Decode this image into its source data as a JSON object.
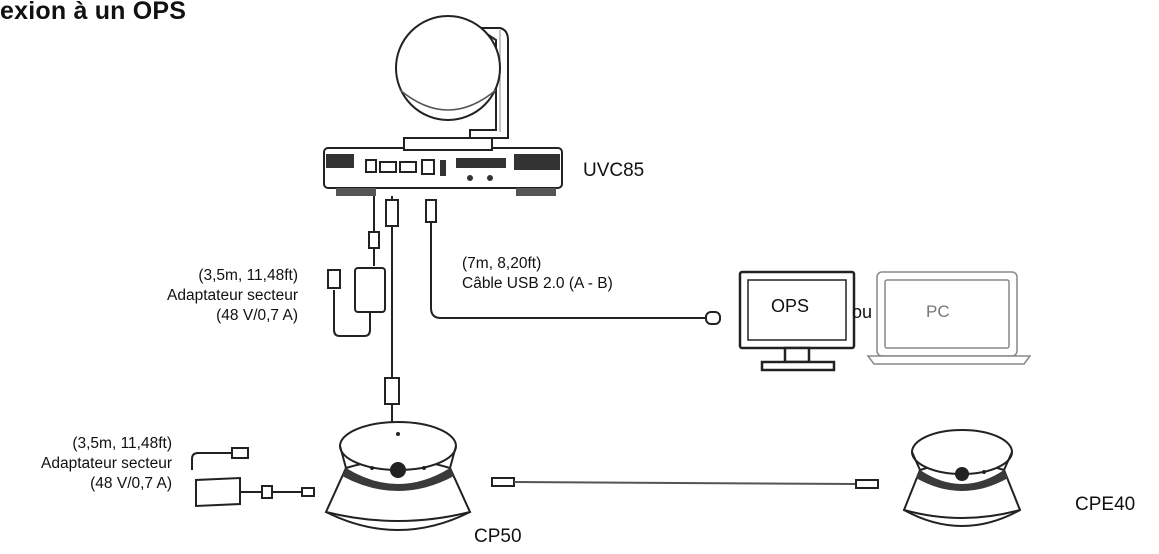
{
  "title": "exion à un OPS",
  "devices": {
    "camera": "UVC85",
    "speaker_main": "CP50",
    "speaker_ext": "CPE40"
  },
  "cables": {
    "usb": {
      "line1": "(7m, 8,20ft)",
      "line2": "Câble USB 2.0 (A - B)"
    },
    "adapter_top": {
      "line1": "(3,5m, 11,48ft)",
      "line2": "Adaptateur secteur",
      "line3": "(48 V/0,7 A)"
    },
    "adapter_bottom": {
      "line1": "(3,5m, 11,48ft)",
      "line2": "Adaptateur secteur",
      "line3": "(48 V/0,7 A)"
    }
  },
  "screens": {
    "ops": "OPS",
    "separator": "ou",
    "pc": "PC"
  },
  "colors": {
    "line": "#222222",
    "light_line": "#555555",
    "fill": "#ffffff",
    "grille": "#3a3a3a"
  }
}
